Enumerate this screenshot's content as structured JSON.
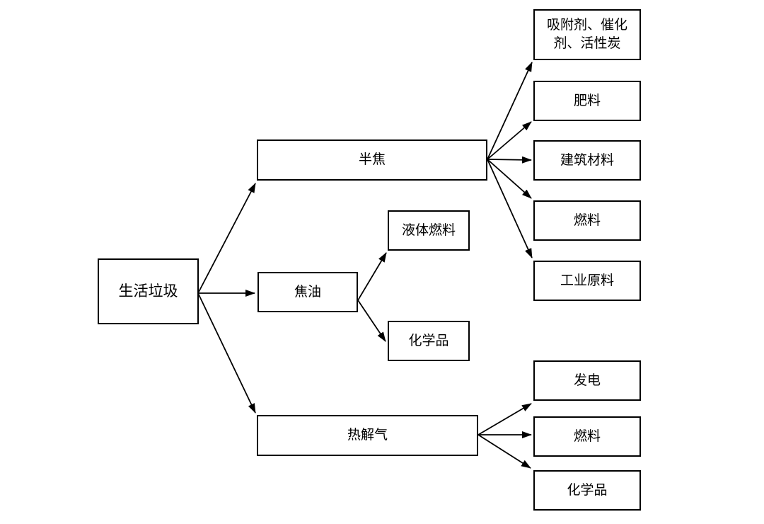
{
  "diagram": {
    "background": "#ffffff",
    "colors": {
      "box_border": "#000000",
      "box_fill": "#ffffff",
      "arrow": "#000000",
      "text": "#000000"
    },
    "nodes": {
      "root": {
        "label": "生活垃圾"
      },
      "semicoke": {
        "label": "半焦"
      },
      "tar": {
        "label": "焦油"
      },
      "gas": {
        "label": "热解气"
      },
      "adsorbent": {
        "label": "吸附剂、催化剂、活性炭"
      },
      "fertilizer": {
        "label": "肥料"
      },
      "building_materials": {
        "label": "建筑材料"
      },
      "semicoke_fuel": {
        "label": "燃料"
      },
      "industrial_raw": {
        "label": "工业原料"
      },
      "liquid_fuel": {
        "label": "液体燃料"
      },
      "tar_chemicals": {
        "label": "化学品"
      },
      "power": {
        "label": "发电"
      },
      "gas_fuel": {
        "label": "燃料"
      },
      "gas_chemicals": {
        "label": "化学品"
      }
    },
    "edges": [
      {
        "from": "root",
        "to": "semicoke"
      },
      {
        "from": "root",
        "to": "tar"
      },
      {
        "from": "root",
        "to": "gas"
      },
      {
        "from": "semicoke",
        "to": "adsorbent"
      },
      {
        "from": "semicoke",
        "to": "fertilizer"
      },
      {
        "from": "semicoke",
        "to": "building_materials"
      },
      {
        "from": "semicoke",
        "to": "semicoke_fuel"
      },
      {
        "from": "semicoke",
        "to": "industrial_raw"
      },
      {
        "from": "tar",
        "to": "liquid_fuel"
      },
      {
        "from": "tar",
        "to": "tar_chemicals"
      },
      {
        "from": "gas",
        "to": "power"
      },
      {
        "from": "gas",
        "to": "gas_fuel"
      },
      {
        "from": "gas",
        "to": "gas_chemicals"
      }
    ]
  }
}
